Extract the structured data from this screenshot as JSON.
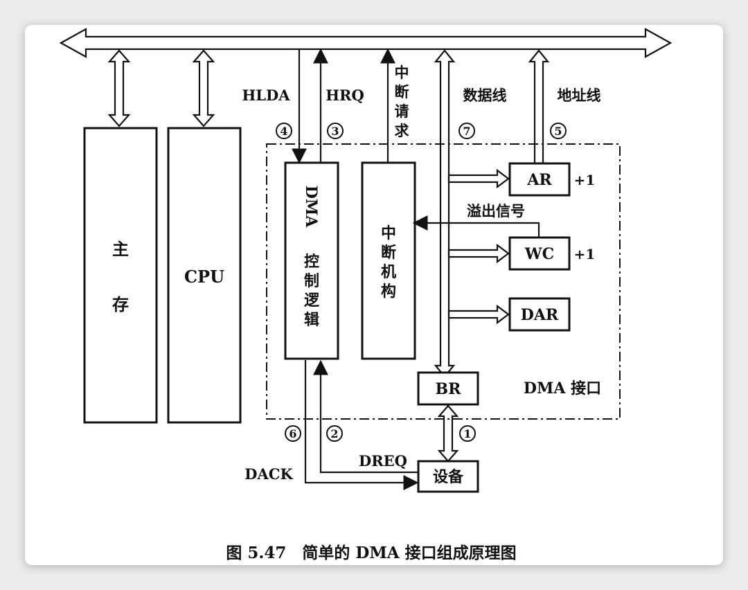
{
  "caption": "图 5.47　简单的 DMA 接口组成原理图",
  "blocks": {
    "memory": [
      "主",
      "存"
    ],
    "cpu": "CPU",
    "dma_logic": [
      "DMA",
      "控",
      "制",
      "逻",
      "辑"
    ],
    "interrupt": [
      "中",
      "断",
      "机",
      "构"
    ],
    "ar": "AR",
    "wc": "WC",
    "dar": "DAR",
    "br": "BR",
    "device": "设备",
    "interface": "DMA 接口"
  },
  "labels": {
    "hlda": "HLDA",
    "hrq": "HRQ",
    "int_req": [
      "中",
      "断",
      "请",
      "求"
    ],
    "data_line": "数据线",
    "addr_line": "地址线",
    "overflow": "溢出信号",
    "ar_plus": "+1",
    "wc_plus": "+1",
    "dack": "DACK",
    "dreq": "DREQ"
  },
  "steps": [
    "1",
    "2",
    "3",
    "4",
    "5",
    "6",
    "7"
  ]
}
